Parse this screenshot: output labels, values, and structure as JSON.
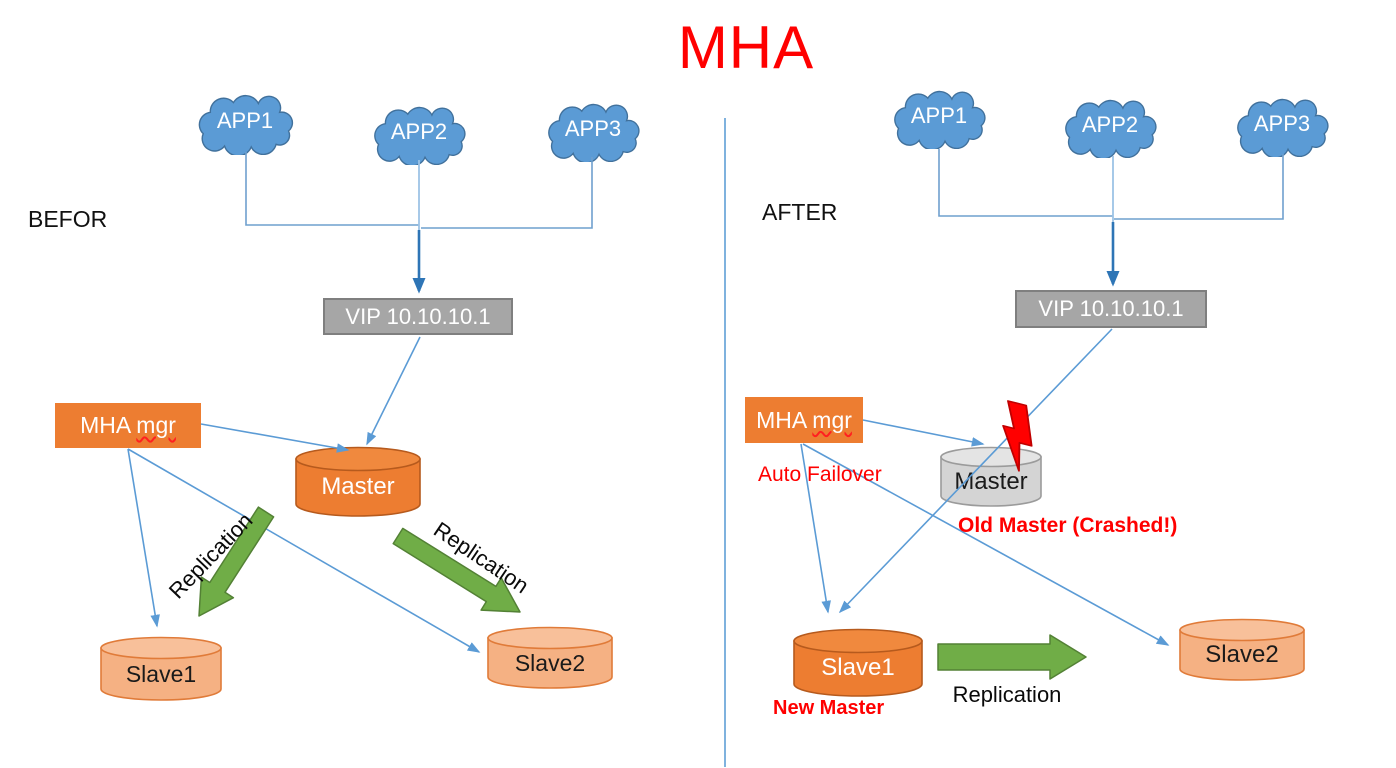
{
  "title": "MHA",
  "colors": {
    "accent_red": "#FF0000",
    "cloud_blue": "#5B9BD5",
    "connector_blue": "#5B9BD5",
    "box_orange": "#ED7D31",
    "slave_light_orange": "#F5B183",
    "vip_gray": "#A6A6A6",
    "crashed_master_gray": "#D4D4D4",
    "replication_green": "#70AD47"
  },
  "before": {
    "label": "BEFOR",
    "clouds": [
      "APP1",
      "APP2",
      "APP3"
    ],
    "vip_label": "VIP 10.10.10.1",
    "mha_manager_prefix": "MHA ",
    "mha_manager_word": "mgr",
    "master_label": "Master",
    "slave1_label": "Slave1",
    "slave2_label": "Slave2",
    "replication_label_1": "Replication",
    "replication_label_2": "Replication"
  },
  "after": {
    "label": "AFTER",
    "clouds": [
      "APP1",
      "APP2",
      "APP3"
    ],
    "vip_label": "VIP 10.10.10.1",
    "mha_manager_prefix": "MHA ",
    "mha_manager_word": "mgr",
    "auto_failover_note": "Auto Failover",
    "master_label": "Master",
    "old_master_note": "Old Master (Crashed!)",
    "slave1_label": "Slave1",
    "new_master_note": "New Master",
    "slave2_label": "Slave2",
    "replication_label": "Replication"
  }
}
